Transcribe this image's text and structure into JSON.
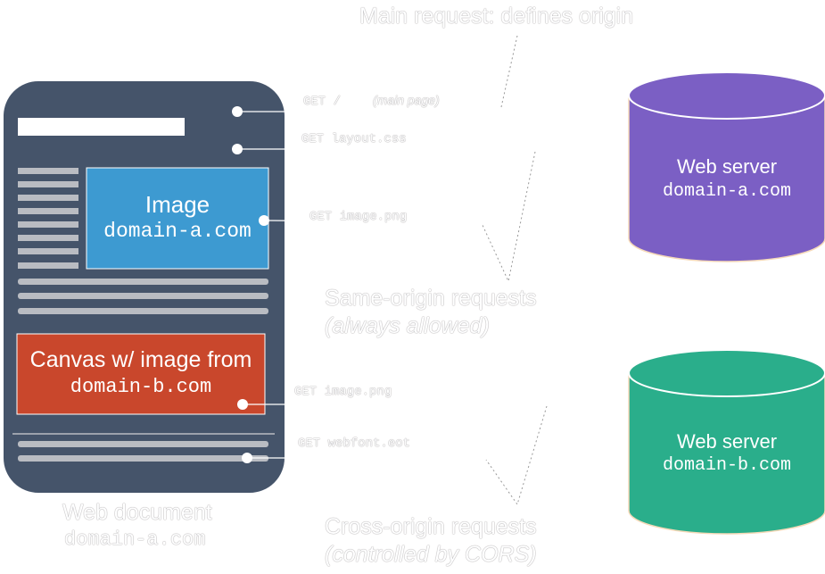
{
  "title": "Main request: defines origin",
  "document": {
    "image_label": "Image",
    "image_domain": "domain-a.com",
    "canvas_label": "Canvas w/ image from",
    "canvas_domain": "domain-b.com",
    "caption": "Web document",
    "caption_domain": "domain-a.com"
  },
  "requests": {
    "main_get": "GET /",
    "main_note": "(main page)",
    "layout": "GET layout.css",
    "image_a": "GET image.png",
    "image_b": "GET image.png",
    "webfont": "GET webfont.eot"
  },
  "same_origin": {
    "title": "Same-origin requests",
    "note": "(always allowed)"
  },
  "cross_origin": {
    "title": "Cross-origin requests",
    "note": "(controlled by CORS)"
  },
  "servers": [
    {
      "label": "Web server",
      "domain": "domain-a.com",
      "color": "#7b5fc4"
    },
    {
      "label": "Web server",
      "domain": "domain-b.com",
      "color": "#2aae8b"
    }
  ],
  "colors": {
    "device": "#45546a",
    "image": "#3d9ad1",
    "canvas": "#c9472c"
  }
}
